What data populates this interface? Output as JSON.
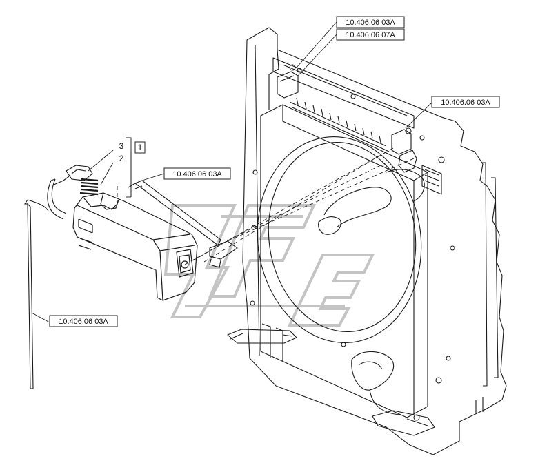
{
  "callouts": {
    "ref_top_1": "10.406.06 03A",
    "ref_top_2": "10.406.06 07A",
    "ref_right": "10.406.06 03A",
    "ref_middle": "10.406.06 03A",
    "ref_left": "10.406.06 03A"
  },
  "item_numbers": {
    "item_1": "1",
    "item_2": "2",
    "item_3": "3"
  },
  "colors": {
    "line": "#1a1a1a",
    "watermark": "#bdbdbd",
    "label_border": "#222222",
    "background": "#ffffff"
  }
}
